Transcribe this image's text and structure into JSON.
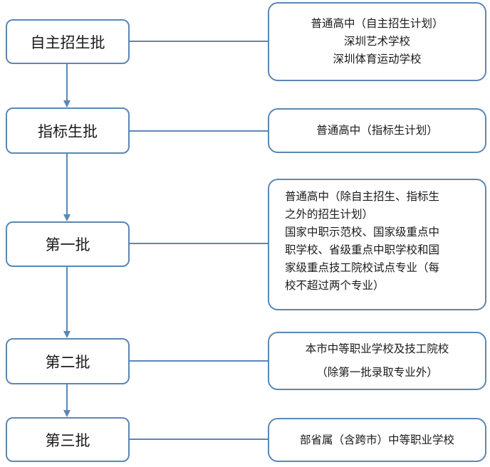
{
  "colors": {
    "border": "#5b87b5",
    "connector": "#5b87b5",
    "text": "#1a1a1a"
  },
  "stages": [
    {
      "label": "自主招生批",
      "details": [
        "普通高中（自主招生计划）",
        "深圳艺术学校",
        "深圳体育运动学校"
      ]
    },
    {
      "label": "指标生批",
      "details": [
        "普通高中（指标生计划）"
      ]
    },
    {
      "label": "第一批",
      "details": [
        "普通高中（除自主招生、指标生",
        "之外的招生计划）",
        "国家中职示范校、国家级重点中",
        "职学校、省级重点中职学校和国",
        "家级重点技工院校试点专业（每",
        "校不超过两个专业）"
      ]
    },
    {
      "label": "第二批",
      "details": [
        "本市中等职业学校及技工院校",
        "（除第一批录取专业外）"
      ]
    },
    {
      "label": "第三批",
      "details": [
        "部省属（含跨市）中等职业学校"
      ]
    }
  ]
}
